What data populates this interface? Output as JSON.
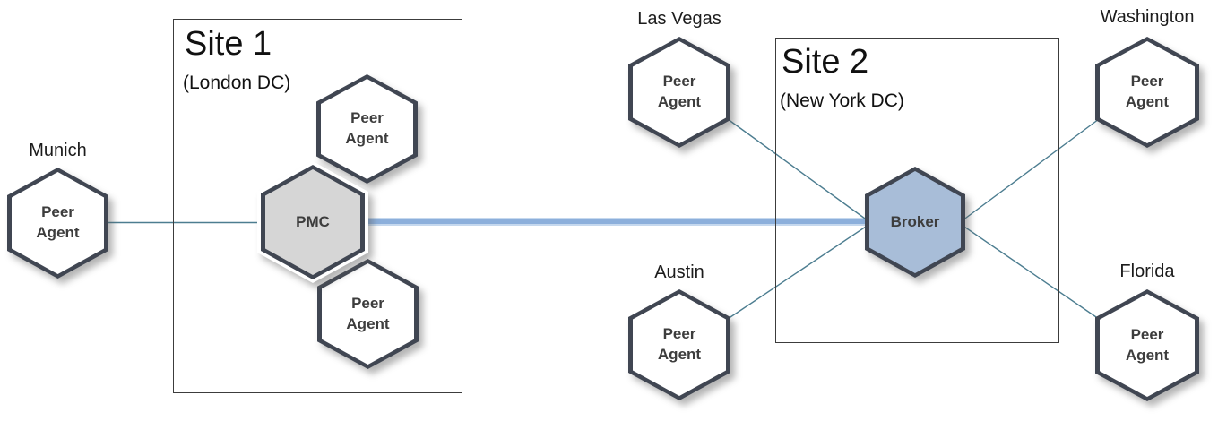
{
  "sites": [
    {
      "name": "Site 1",
      "datacenter": "(London DC)"
    },
    {
      "name": "Site 2",
      "datacenter": "(New York DC)"
    }
  ],
  "nodes": [
    {
      "id": "munich-peer",
      "label": "Peer Agent",
      "city": "Munich"
    },
    {
      "id": "site1-peer-top",
      "label": "Peer Agent"
    },
    {
      "id": "site1-peer-bottom",
      "label": "Peer Agent"
    },
    {
      "id": "pmc",
      "label": "PMC"
    },
    {
      "id": "las-vegas-peer",
      "label": "Peer Agent",
      "city": "Las Vegas"
    },
    {
      "id": "austin-peer",
      "label": "Peer Agent",
      "city": "Austin"
    },
    {
      "id": "broker",
      "label": "Broker"
    },
    {
      "id": "washington-peer",
      "label": "Peer Agent",
      "city": "Washington"
    },
    {
      "id": "florida-peer",
      "label": "Peer Agent",
      "city": "Florida"
    }
  ],
  "connections": [
    {
      "from": "munich-peer",
      "to": "pmc",
      "style": "thin"
    },
    {
      "from": "pmc",
      "to": "broker",
      "style": "thick-blue"
    },
    {
      "from": "las-vegas-peer",
      "to": "broker",
      "style": "thin"
    },
    {
      "from": "austin-peer",
      "to": "broker",
      "style": "thin"
    },
    {
      "from": "washington-peer",
      "to": "broker",
      "style": "thin"
    },
    {
      "from": "florida-peer",
      "to": "broker",
      "style": "thin"
    }
  ],
  "colors": {
    "hex_border": "#404652",
    "peer_fill": "#ffffff",
    "pmc_fill": "#d6d6d6",
    "broker_fill": "#a8bdd8",
    "thin_line": "#4c7d90",
    "thick_line": "#8cafdb",
    "thick_line_halo": "#c5d8ee",
    "box_border": "#3c3c3c",
    "background": "#ffffff"
  }
}
